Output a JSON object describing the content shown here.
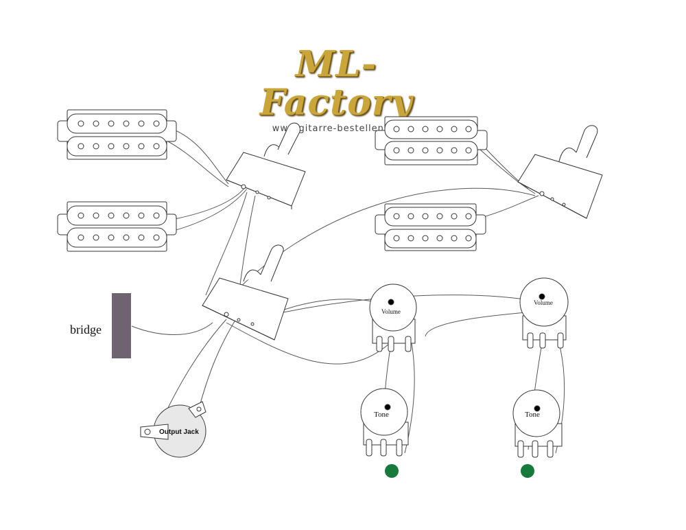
{
  "logo": {
    "brand": "ML-Factory",
    "url": "www.gitarre-bestellen.de",
    "color": "#c9a53a"
  },
  "labels": {
    "bridge": "bridge",
    "output_jack": "Output Jack",
    "volume": "Volume",
    "tone": "Tone"
  },
  "colors": {
    "wire": "#555555",
    "bridge_bar": "#6e6470",
    "ground": "#157a3c",
    "outline": "#333333"
  },
  "components": {
    "pickups": [
      "humbucker",
      "humbucker",
      "humbucker",
      "humbucker"
    ],
    "switches": [
      "toggle-switch",
      "toggle-switch",
      "toggle-switch"
    ],
    "pots": [
      "volume",
      "volume",
      "tone",
      "tone"
    ]
  }
}
